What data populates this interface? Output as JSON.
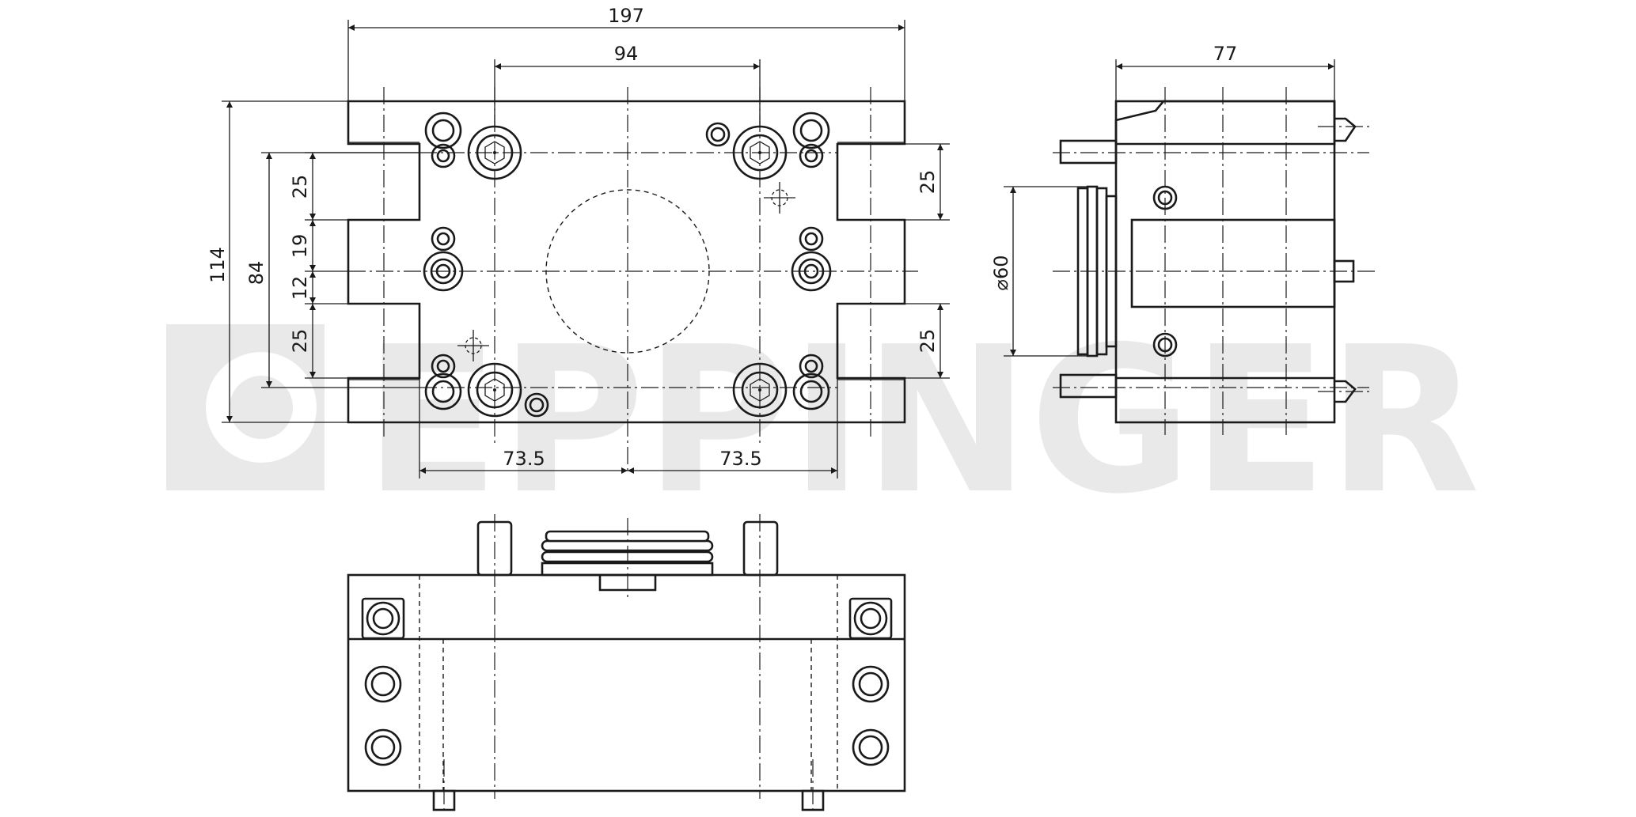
{
  "watermark": {
    "text": "EPPINGER",
    "color": "#e9e9e9"
  },
  "colors": {
    "line": "#1a1a1a",
    "background": "#ffffff"
  },
  "dimensions": {
    "overall_width": "197",
    "bolt_spacing": "94",
    "side_width": "77",
    "overall_height": "114",
    "slot_span": "84",
    "slot_top": "25",
    "offset_upper": "19",
    "offset_lower": "12",
    "slot_bottom": "25",
    "slot_right_top": "25",
    "slot_right_bottom": "25",
    "diameter": "⌀60",
    "half_left": "73.5",
    "half_right": "73.5"
  }
}
